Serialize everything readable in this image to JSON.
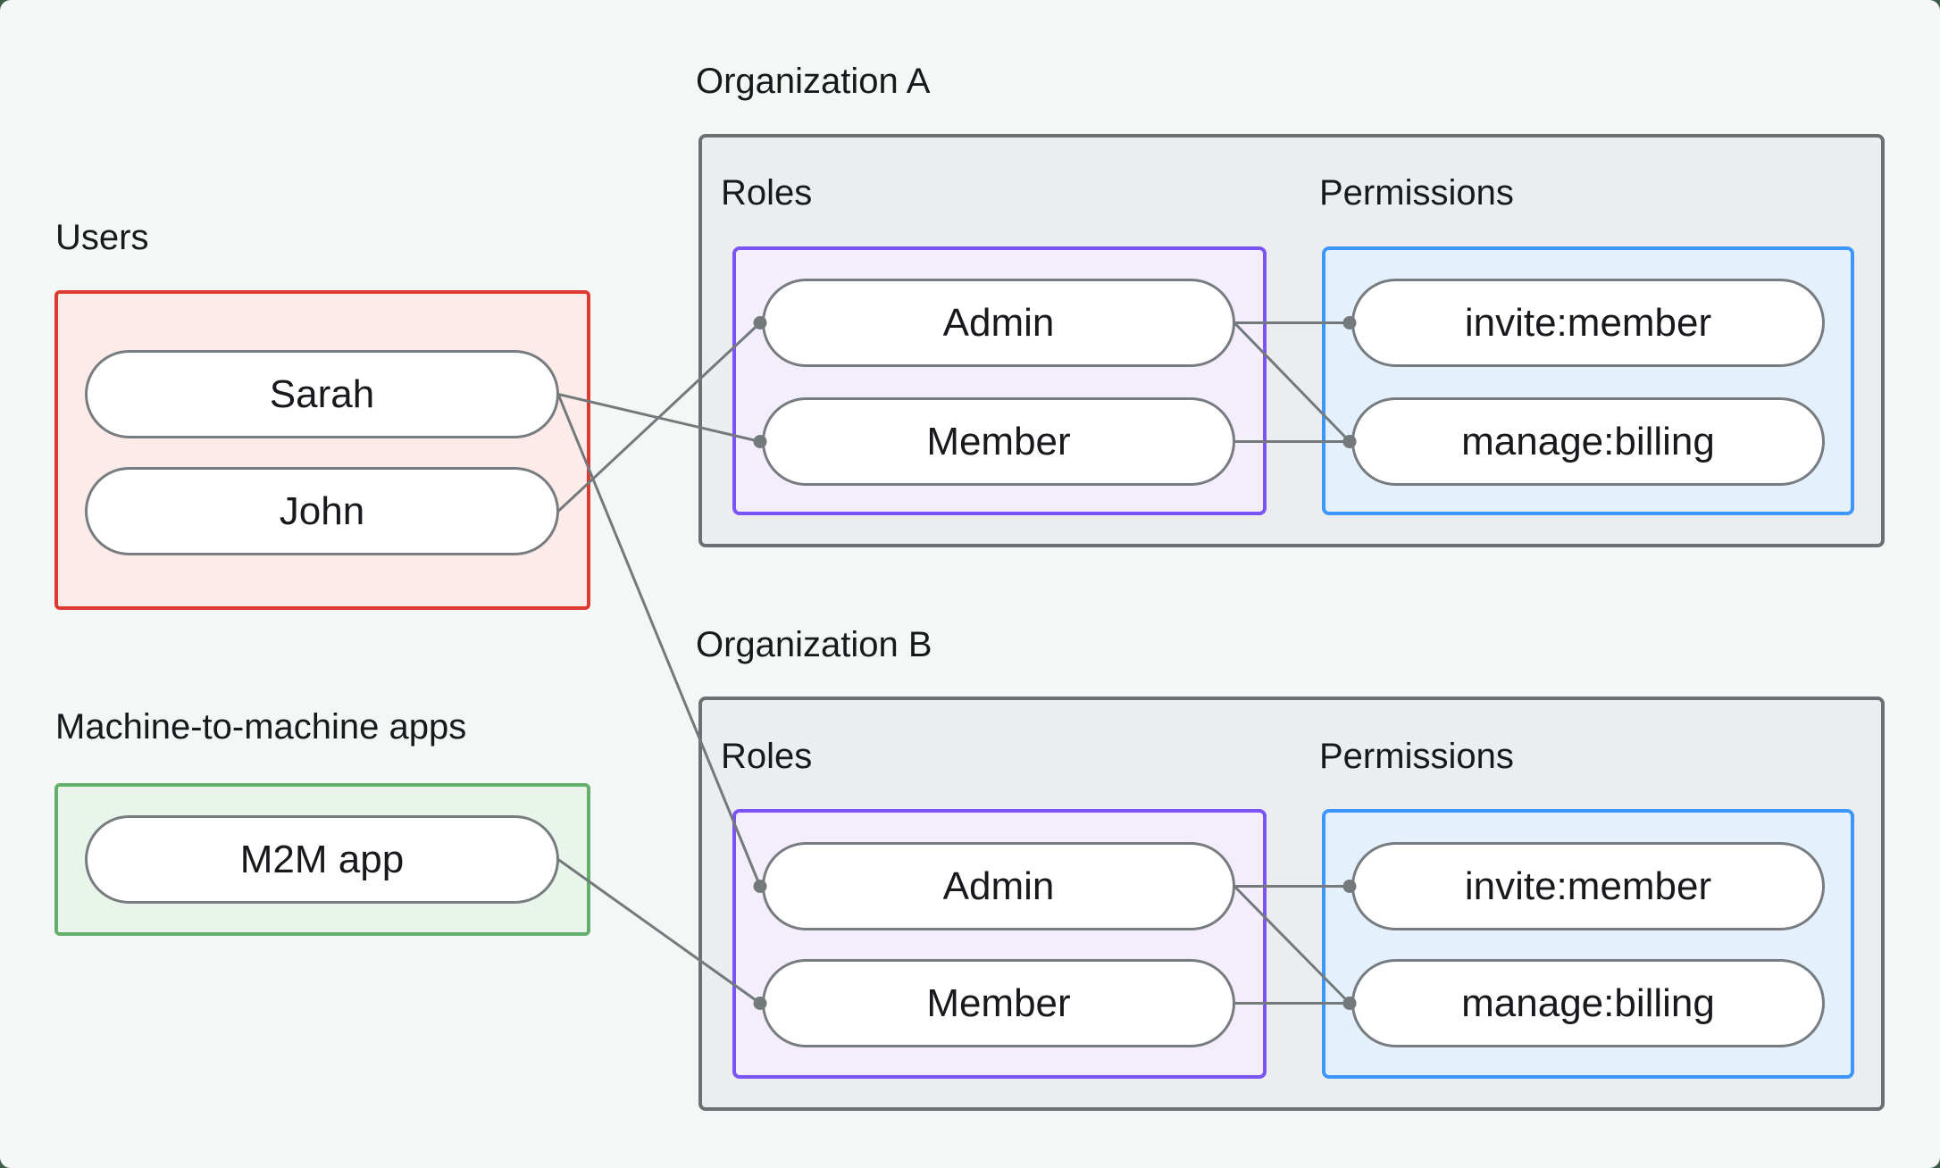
{
  "colors": {
    "page_bg": "#f4f7f5",
    "outside_bg": "#3c5b49",
    "text": "#17191c",
    "red_border": "#dd3a31",
    "red_fill": "#fcebe8",
    "green_border": "#63af6b",
    "green_fill": "#e9f5ea",
    "gray_border": "#6b7073",
    "gray_fill": "#ecedee",
    "purple_border": "#7b54f5",
    "purple_fill": "#f3edfc",
    "blue_border": "#3d96fa",
    "blue_fill": "#e4f1fd",
    "pill_border": "#777c80",
    "pill_fill": "#ffffff",
    "connector": "#74797c"
  },
  "users_section": {
    "label": "Users",
    "users": [
      {
        "id": "user-sarah",
        "label": "Sarah"
      },
      {
        "id": "user-john",
        "label": "John"
      }
    ]
  },
  "m2m_section": {
    "label": "Machine-to-machine apps",
    "apps": [
      {
        "id": "app-m2m",
        "label": "M2M app"
      }
    ]
  },
  "organizations": [
    {
      "id": "org-a",
      "label": "Organization A",
      "roles_label": "Roles",
      "permissions_label": "Permissions",
      "roles": [
        {
          "id": "org-a-role-admin",
          "label": "Admin"
        },
        {
          "id": "org-a-role-member",
          "label": "Member"
        }
      ],
      "permissions": [
        {
          "id": "org-a-perm-invite",
          "label": "invite:member"
        },
        {
          "id": "org-a-perm-billing",
          "label": "manage:billing"
        }
      ]
    },
    {
      "id": "org-b",
      "label": "Organization B",
      "roles_label": "Roles",
      "permissions_label": "Permissions",
      "roles": [
        {
          "id": "org-b-role-admin",
          "label": "Admin"
        },
        {
          "id": "org-b-role-member",
          "label": "Member"
        }
      ],
      "permissions": [
        {
          "id": "org-b-perm-invite",
          "label": "invite:member"
        },
        {
          "id": "org-b-perm-billing",
          "label": "manage:billing"
        }
      ]
    }
  ],
  "connections": [
    {
      "from": "user-sarah",
      "to": "org-a-role-member"
    },
    {
      "from": "user-john",
      "to": "org-a-role-admin"
    },
    {
      "from": "user-sarah",
      "to": "org-b-role-admin"
    },
    {
      "from": "app-m2m",
      "to": "org-b-role-member"
    },
    {
      "from": "org-a-role-admin",
      "to": "org-a-perm-invite"
    },
    {
      "from": "org-a-role-admin",
      "to": "org-a-perm-billing"
    },
    {
      "from": "org-a-role-member",
      "to": "org-a-perm-billing"
    },
    {
      "from": "org-b-role-admin",
      "to": "org-b-perm-invite"
    },
    {
      "from": "org-b-role-admin",
      "to": "org-b-perm-billing"
    },
    {
      "from": "org-b-role-member",
      "to": "org-b-perm-billing"
    }
  ]
}
